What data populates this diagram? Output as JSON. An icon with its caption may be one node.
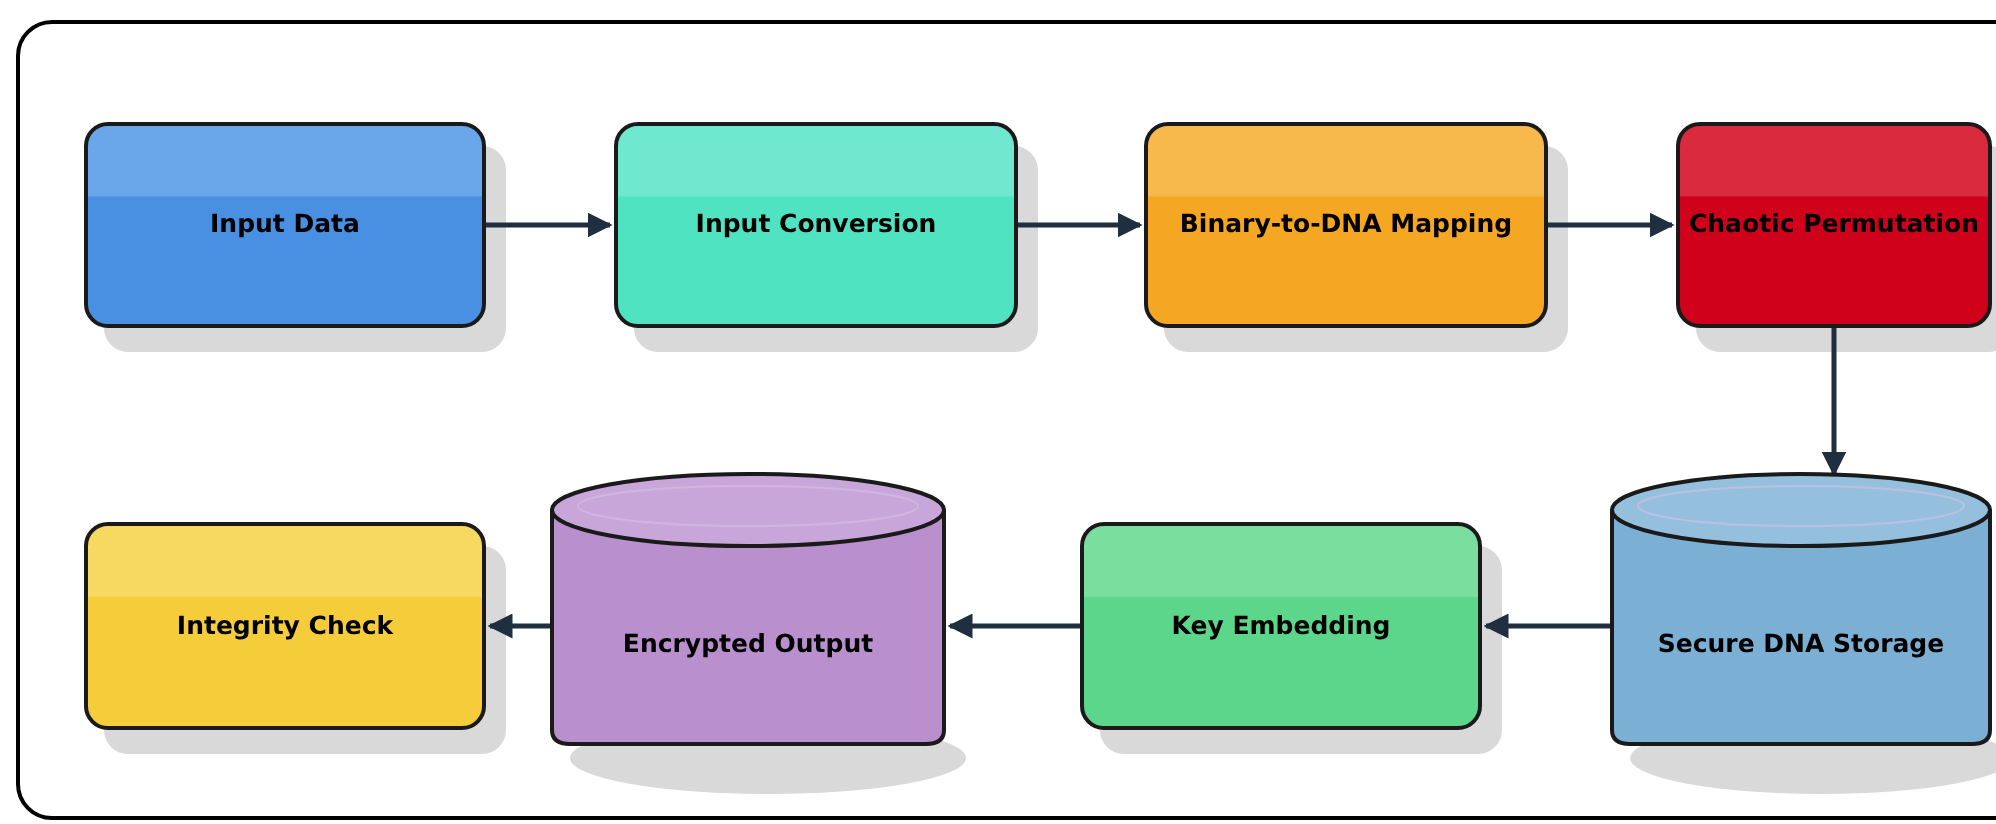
{
  "diagram": {
    "nodes": [
      {
        "text": [
          "Input Data"
        ]
      },
      {
        "text": [
          "Input Conversion"
        ]
      },
      {
        "text": [
          "Binary-to-DNA Mapping"
        ]
      },
      {
        "text": [
          "Chaotic Permutation"
        ]
      },
      {
        "text": [
          "Integrity Check"
        ]
      },
      {
        "text": [
          "Encrypted Output"
        ]
      },
      {
        "text": [
          "Key Embedding"
        ]
      },
      {
        "text": [
          "Secure DNA Storage"
        ]
      }
    ],
    "edges": [
      {
        "from": 0,
        "to": 1,
        "arrow": "to"
      },
      {
        "from": 1,
        "to": 2,
        "arrow": "to"
      },
      {
        "from": 2,
        "to": 3,
        "arrow": "to"
      },
      {
        "from": 3,
        "to": 7,
        "arrow": "to"
      },
      {
        "from": 7,
        "to": 6,
        "arrow": "to"
      },
      {
        "from": 6,
        "to": 5,
        "arrow": "to"
      },
      {
        "from": 5,
        "to": 4,
        "arrow": "to"
      }
    ]
  }
}
